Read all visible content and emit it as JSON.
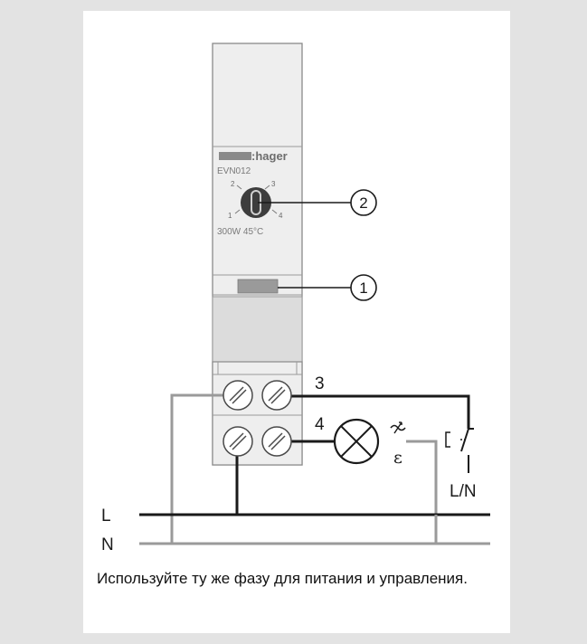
{
  "device": {
    "brand": ":hager",
    "model": "EVN012",
    "rating": "300W 45°C",
    "dial_ticks": [
      "1",
      "2",
      "3",
      "4"
    ]
  },
  "callouts": [
    "2",
    "1"
  ],
  "terminals": [
    "3",
    "4"
  ],
  "lines": [
    "L",
    "N"
  ],
  "switch_label": "L/N",
  "lux_symbol": "ε",
  "caption": "Используйте ту же фазу для питания и управления.",
  "colors": {
    "background": "#e3e3e3",
    "panel": "#ffffff",
    "device_light": "#eeeeee",
    "device_mid": "#dddddd",
    "selector_button": "#9a9a9a",
    "wire_gray": "#9a9a9a",
    "wire_black": "#1a1a1a"
  }
}
